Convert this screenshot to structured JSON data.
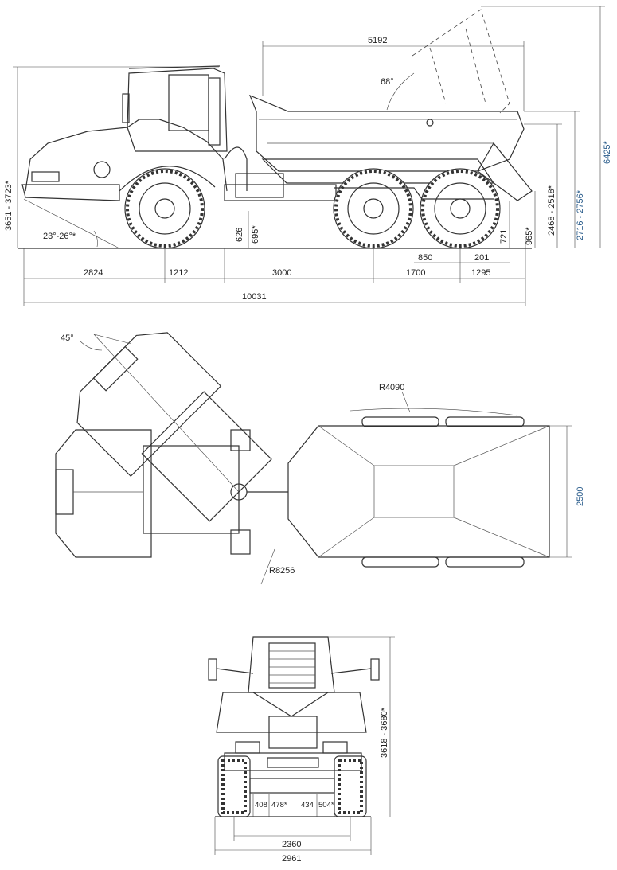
{
  "side_view": {
    "dims": {
      "length_top": "5192",
      "tip_angle": "68°",
      "height_cab": "3651 - 3723*",
      "approach_angle": "23°-26°*",
      "clearance_a": "626",
      "clearance_b": "695*",
      "len_2824": "2824",
      "len_1212": "1212",
      "len_3000": "3000",
      "len_1700": "1700",
      "len_1295": "1295",
      "len_850": "850",
      "len_201": "201",
      "total_length": "10031",
      "h_721": "721",
      "h_965": "965*",
      "h_2468": "2468 - 2518*",
      "h_2716": "2716 - 2756*",
      "h_6425": "6425*"
    }
  },
  "top_view": {
    "dims": {
      "steer_angle": "45°",
      "radius_outer": "R4090",
      "radius_turn": "R8256",
      "width_body": "2500"
    }
  },
  "front_view": {
    "dims": {
      "height": "3618 - 3680*",
      "w408": "408",
      "w478": "478*",
      "w434": "434",
      "w504": "504*",
      "track": "2360",
      "total_width": "2961"
    }
  },
  "colors": {
    "line": "#333333",
    "accent_dim": "#2b5d8c"
  }
}
